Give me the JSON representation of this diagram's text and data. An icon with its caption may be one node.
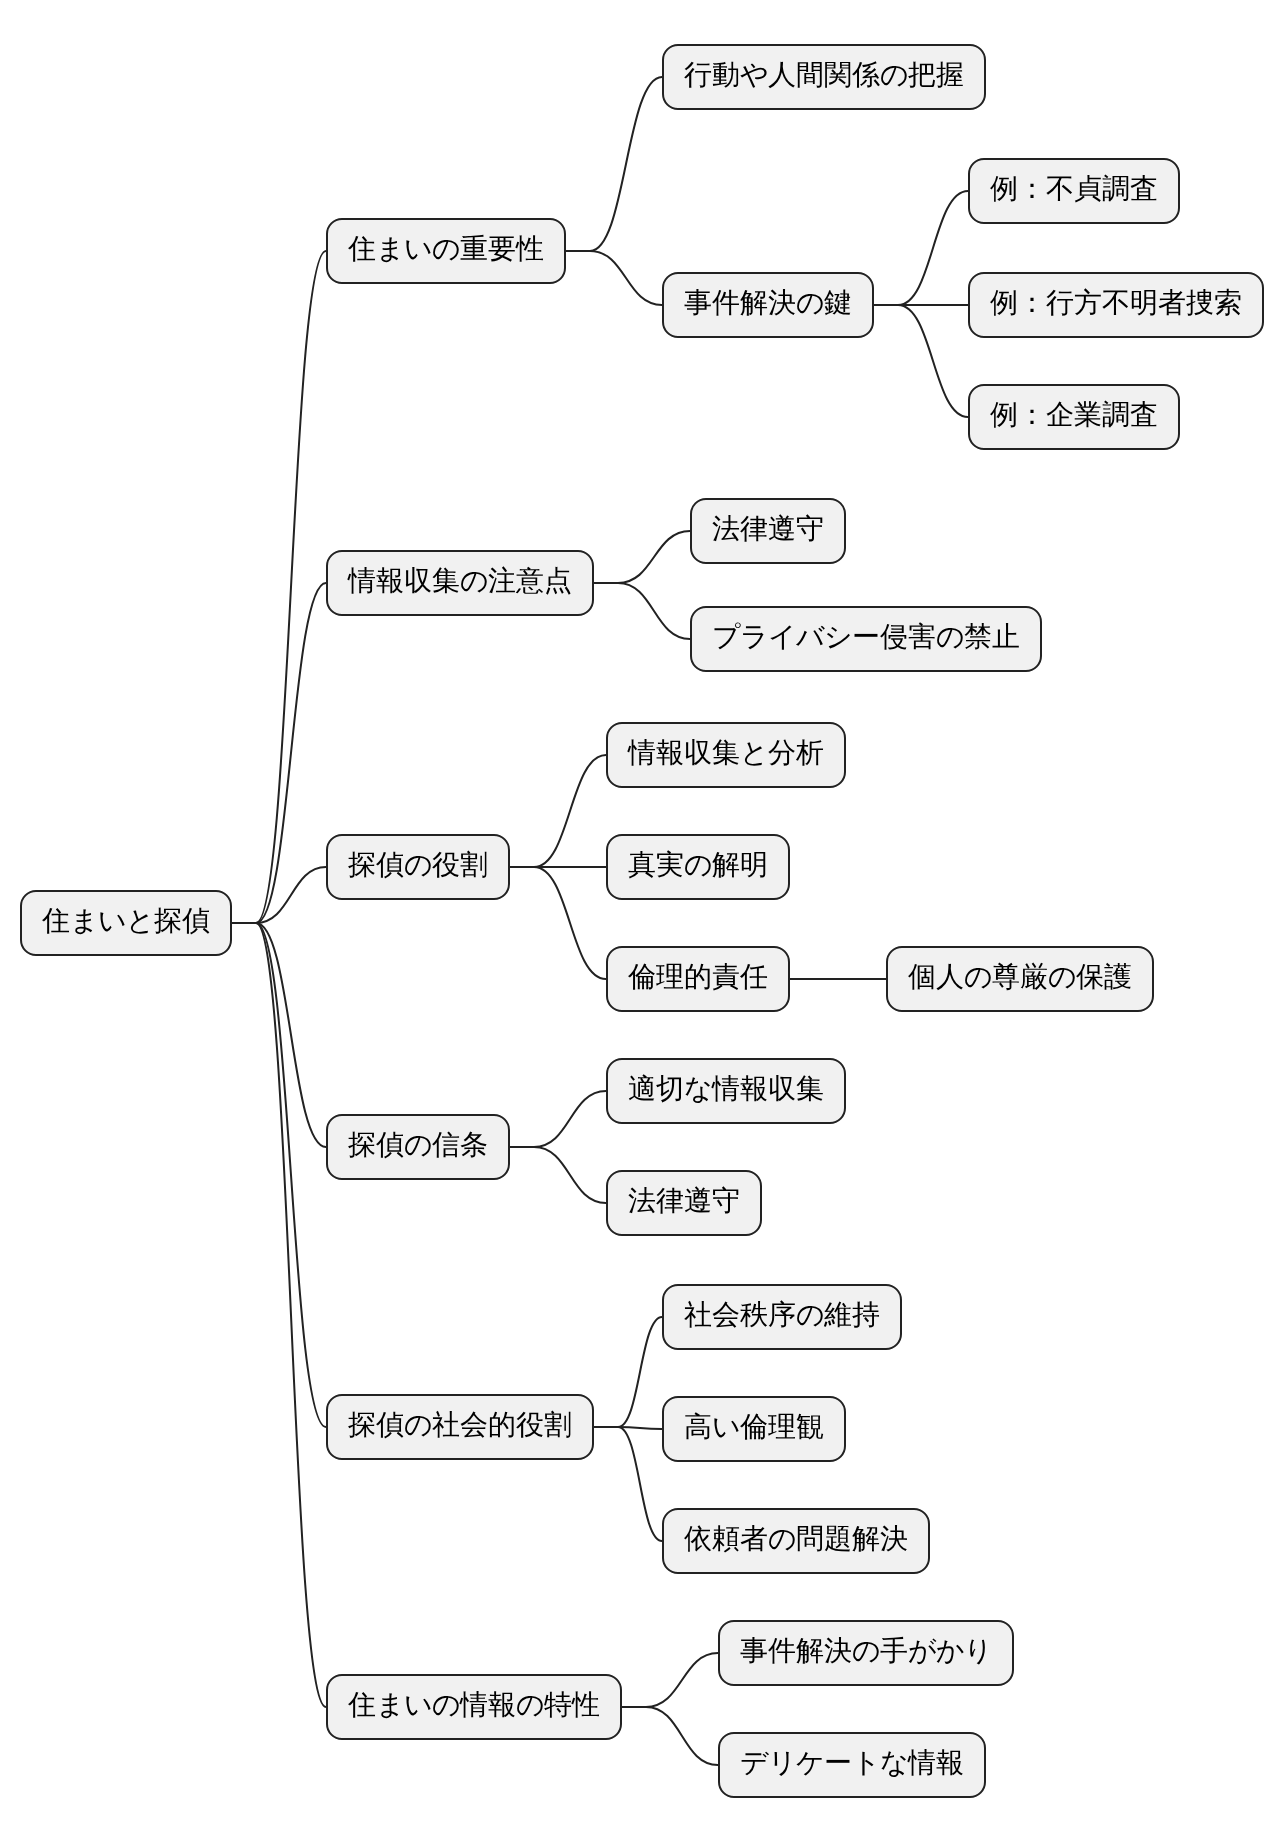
{
  "diagram": {
    "nodes": [
      {
        "text": [
          "住まいと探偵"
        ]
      },
      {
        "text": [
          "住まいの重要性"
        ]
      },
      {
        "text": [
          "行動や人間関係の把握"
        ]
      },
      {
        "text": [
          "事件解決の鍵"
        ]
      },
      {
        "text": [
          "例：不貞調査"
        ]
      },
      {
        "text": [
          "例：行方不明者捜索"
        ]
      },
      {
        "text": [
          "例：企業調査"
        ]
      },
      {
        "text": [
          "情報収集の注意点"
        ]
      },
      {
        "text": [
          "法律遵守"
        ]
      },
      {
        "text": [
          "プライバシー侵害の禁止"
        ]
      },
      {
        "text": [
          "探偵の役割"
        ]
      },
      {
        "text": [
          "情報収集と分析"
        ]
      },
      {
        "text": [
          "真実の解明"
        ]
      },
      {
        "text": [
          "倫理的責任"
        ]
      },
      {
        "text": [
          "個人の尊厳の保護"
        ]
      },
      {
        "text": [
          "探偵の信条"
        ]
      },
      {
        "text": [
          "適切な情報収集"
        ]
      },
      {
        "text": [
          "法律遵守"
        ]
      },
      {
        "text": [
          "探偵の社会的役割"
        ]
      },
      {
        "text": [
          "社会秩序の維持"
        ]
      },
      {
        "text": [
          "高い倫理観"
        ]
      },
      {
        "text": [
          "依頼者の問題解決"
        ]
      },
      {
        "text": [
          "住まいの情報の特性"
        ]
      },
      {
        "text": [
          "事件解決の手がかり"
        ]
      },
      {
        "text": [
          "デリケートな情報"
        ]
      }
    ],
    "edges": [
      {
        "from": 0,
        "to": 1,
        "arrow": "none"
      },
      {
        "from": 1,
        "to": 2,
        "arrow": "none"
      },
      {
        "from": 1,
        "to": 3,
        "arrow": "none"
      },
      {
        "from": 3,
        "to": 4,
        "arrow": "none"
      },
      {
        "from": 3,
        "to": 5,
        "arrow": "none"
      },
      {
        "from": 3,
        "to": 6,
        "arrow": "none"
      },
      {
        "from": 0,
        "to": 7,
        "arrow": "none"
      },
      {
        "from": 7,
        "to": 8,
        "arrow": "none"
      },
      {
        "from": 7,
        "to": 9,
        "arrow": "none"
      },
      {
        "from": 0,
        "to": 10,
        "arrow": "none"
      },
      {
        "from": 10,
        "to": 11,
        "arrow": "none"
      },
      {
        "from": 10,
        "to": 12,
        "arrow": "none"
      },
      {
        "from": 10,
        "to": 13,
        "arrow": "none"
      },
      {
        "from": 13,
        "to": 14,
        "arrow": "none"
      },
      {
        "from": 0,
        "to": 15,
        "arrow": "none"
      },
      {
        "from": 15,
        "to": 16,
        "arrow": "none"
      },
      {
        "from": 15,
        "to": 17,
        "arrow": "none"
      },
      {
        "from": 0,
        "to": 18,
        "arrow": "none"
      },
      {
        "from": 18,
        "to": 19,
        "arrow": "none"
      },
      {
        "from": 18,
        "to": 20,
        "arrow": "none"
      },
      {
        "from": 18,
        "to": 21,
        "arrow": "none"
      },
      {
        "from": 0,
        "to": 22,
        "arrow": "none"
      },
      {
        "from": 22,
        "to": 23,
        "arrow": "none"
      },
      {
        "from": 22,
        "to": 24,
        "arrow": "none"
      }
    ]
  }
}
